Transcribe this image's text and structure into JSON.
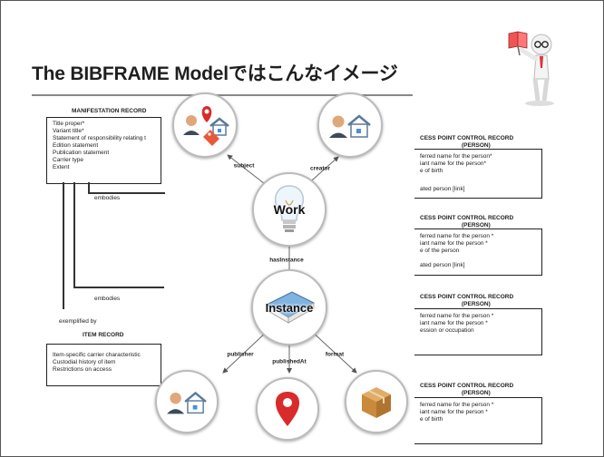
{
  "slide": {
    "title": "The BIBFRAME Modelではこんなイメージ"
  },
  "manifestation": {
    "header": "MANIFESTATION RECORD",
    "fields": [
      "Title proper*",
      "Variant title*",
      "Statement of responsibility relating t",
      "Edition statement",
      "Publication statement",
      "Carrier type",
      "Extent"
    ],
    "embodies_1": "embodies",
    "embodies_2": "embodies",
    "exemplified": "exemplified by"
  },
  "item": {
    "header": "ITEM RECORD",
    "fields": [
      "Item-specific carrier characteristic",
      "Custodial history of item",
      "Restrictions on access"
    ]
  },
  "access_records": [
    {
      "title": "CESS POINT CONTROL RECORD",
      "sub": "(PERSON)",
      "lines": [
        "ferred name for the person*",
        "iant name for the person*",
        "e of birth",
        "",
        "ated person [link]"
      ]
    },
    {
      "title": "CESS POINT CONTROL RECORD",
      "sub": "(PERSON)",
      "lines": [
        "ferred name for the person *",
        "iant name for the person *",
        "e of the person",
        "",
        "ated person [link]"
      ]
    },
    {
      "title": "CESS POINT CONTROL RECORD",
      "sub": "(PERSON)",
      "lines": [
        "ferred name for the person *",
        "iant name for the person *",
        "ession or occupation",
        "",
        ""
      ]
    },
    {
      "title": "CESS POINT CONTROL RECORD",
      "sub": "(PERSON)",
      "lines": [
        "ferred name for the person *",
        "iant name for the person *",
        "e of birth",
        "",
        ""
      ]
    }
  ],
  "model": {
    "work": "Work",
    "instance": "Instance",
    "edges": {
      "subject": "subject",
      "creator": "creator",
      "hasInstance": "hasInstance",
      "publisher": "publisher",
      "publishedAt": "publishedAt",
      "format": "format"
    }
  },
  "colors": {
    "map_pin": "#d92b2b",
    "house": "#5b7a9a",
    "person": "#e0a77a",
    "tag": "#e8593c",
    "box": "#c98a3c",
    "book": "#7fb3e0"
  },
  "icons": [
    "person-icon",
    "house-icon",
    "map-pin-icon",
    "tag-icon",
    "lightbulb-icon",
    "book-icon",
    "box-icon",
    "mascot-icon"
  ]
}
